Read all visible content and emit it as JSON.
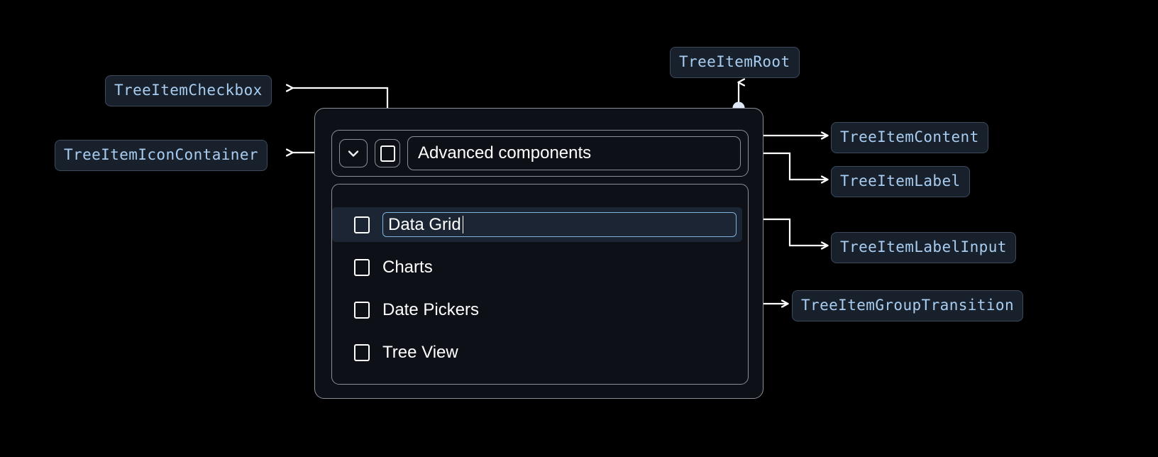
{
  "annotations": [
    {
      "id": "checkbox",
      "label": "TreeItemCheckbox"
    },
    {
      "id": "icon-container",
      "label": "TreeItemIconContainer"
    },
    {
      "id": "root",
      "label": "TreeItemRoot"
    },
    {
      "id": "content",
      "label": "TreeItemContent"
    },
    {
      "id": "label",
      "label": "TreeItemLabel"
    },
    {
      "id": "label-input",
      "label": "TreeItemLabelInput"
    },
    {
      "id": "group-transition",
      "label": "TreeItemGroupTransition"
    }
  ],
  "tree": {
    "header": {
      "expand_icon": "chevron-down-icon",
      "checkbox_checked": false,
      "label": "Advanced components"
    },
    "children": [
      {
        "label": "Data Grid",
        "checked": false,
        "editing": true
      },
      {
        "label": "Charts",
        "checked": false,
        "editing": false
      },
      {
        "label": "Date Pickers",
        "checked": false,
        "editing": false
      },
      {
        "label": "Tree View",
        "checked": false,
        "editing": false
      }
    ]
  },
  "colors": {
    "background": "#000000",
    "chip_bg": "#18202c",
    "chip_border": "#3c4a5c",
    "chip_text": "#a8cdf0",
    "box_border": "#8b8f96",
    "box_bg": "#0d1117",
    "selected_row_bg": "#1b2533",
    "input_border": "#7fb3e0",
    "connector": "#ffffff",
    "text": "#ffffff"
  }
}
